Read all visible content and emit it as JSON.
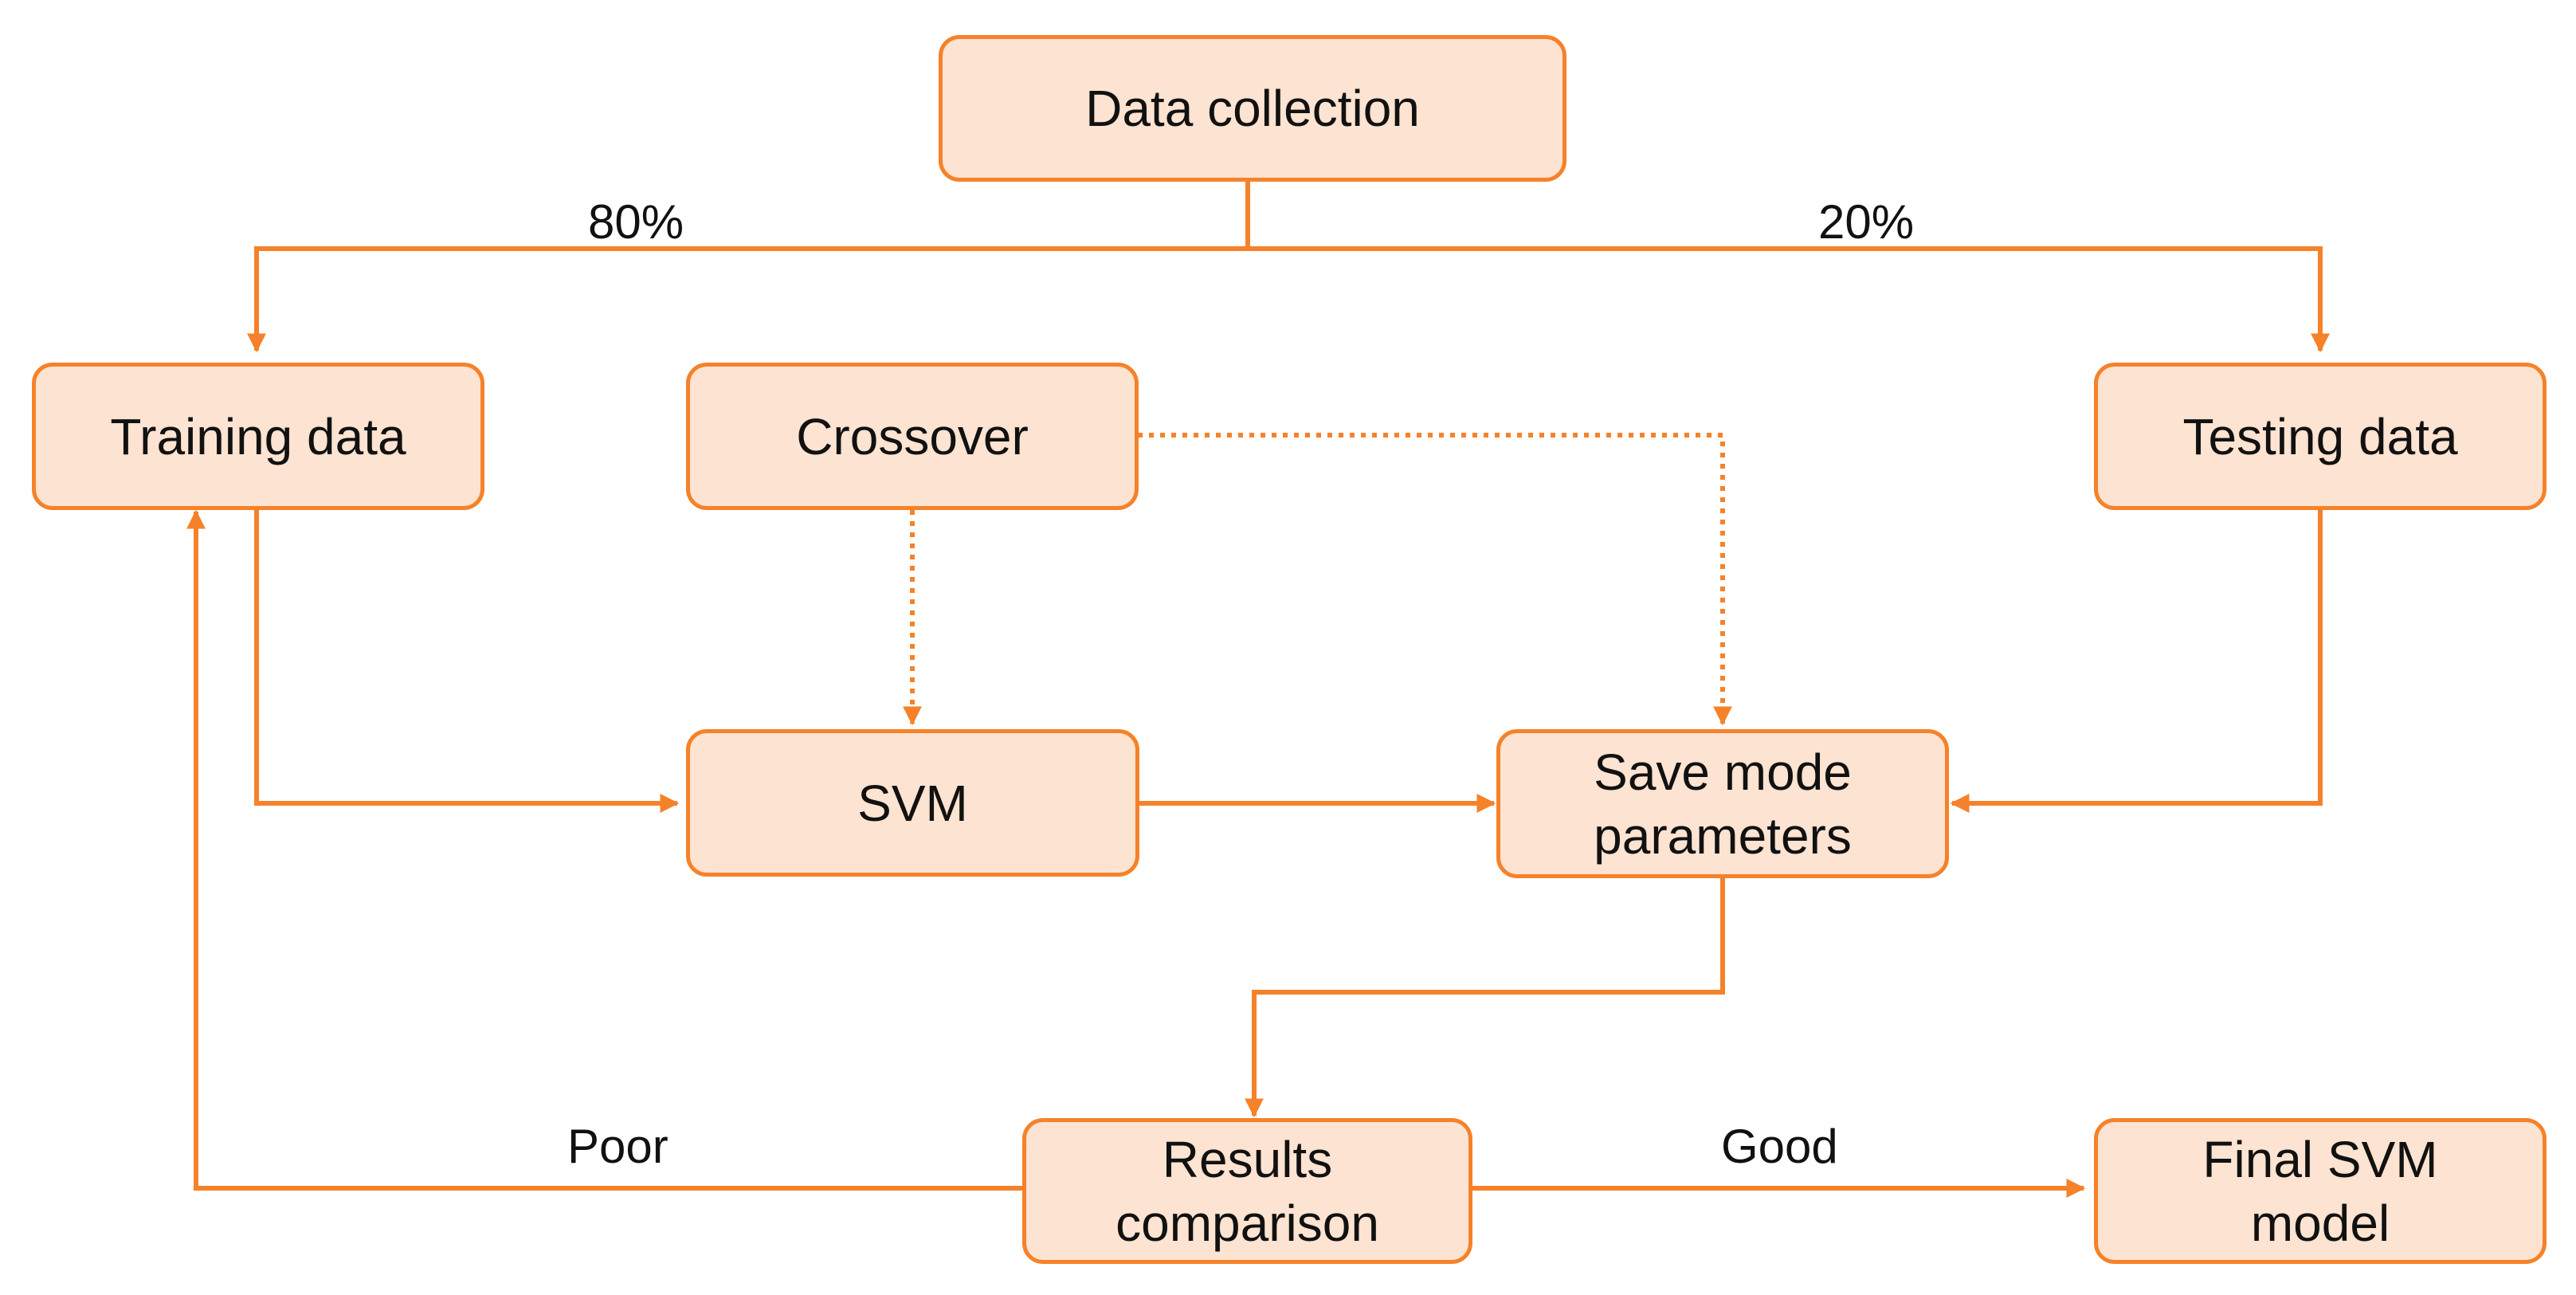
{
  "diagram": {
    "type": "flowchart",
    "accent_color": "#f5822a",
    "box_fill": "#fde3d1",
    "nodes": {
      "data_collection": "Data collection",
      "training_data": "Training data",
      "crossover": "Crossover",
      "testing_data": "Testing data",
      "svm": "SVM",
      "save_params": "Save mode\nparameters",
      "results_comparison": "Results\ncomparison",
      "final_model": "Final SVM\nmodel"
    },
    "edge_labels": {
      "split_train": "80%",
      "split_test": "20%",
      "poor": "Poor",
      "good": "Good"
    },
    "edges": [
      {
        "from": "data_collection",
        "to": "training_data",
        "label": "80%",
        "style": "solid"
      },
      {
        "from": "data_collection",
        "to": "testing_data",
        "label": "20%",
        "style": "solid"
      },
      {
        "from": "training_data",
        "to": "svm",
        "style": "solid"
      },
      {
        "from": "crossover",
        "to": "svm",
        "style": "dotted"
      },
      {
        "from": "crossover",
        "to": "save_params",
        "style": "dotted"
      },
      {
        "from": "svm",
        "to": "save_params",
        "style": "solid"
      },
      {
        "from": "testing_data",
        "to": "save_params",
        "style": "solid"
      },
      {
        "from": "save_params",
        "to": "results_comparison",
        "style": "solid"
      },
      {
        "from": "results_comparison",
        "to": "training_data",
        "label": "Poor",
        "style": "solid"
      },
      {
        "from": "results_comparison",
        "to": "final_model",
        "label": "Good",
        "style": "solid"
      }
    ]
  }
}
